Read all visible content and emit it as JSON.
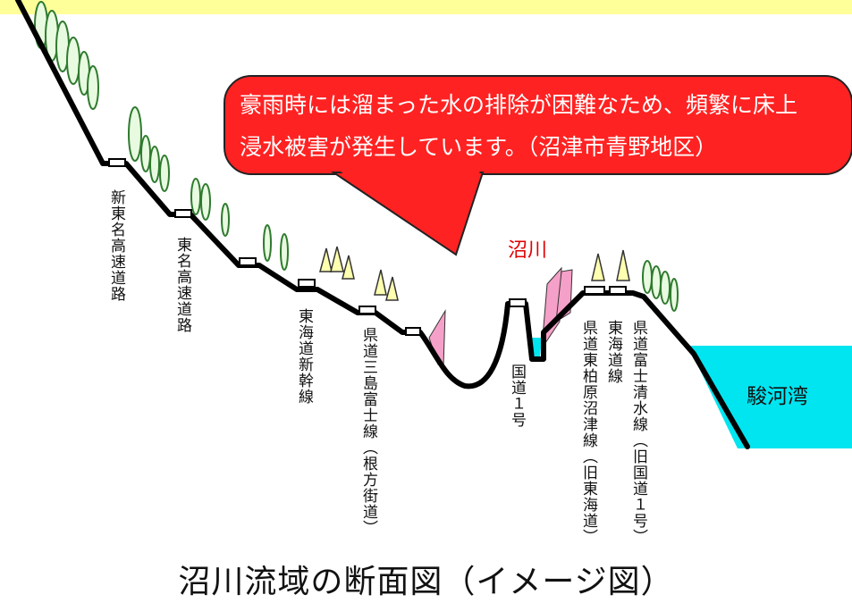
{
  "diagram": {
    "caption": "沼川流域の断面図（イメージ図）",
    "callout": {
      "line1": "豪雨時には溜まった水の排除が困難なため、頻繁に床上",
      "line2": "浸水被害が発生しています。（沼津市青野地区）",
      "fill_color": "#ff2222"
    },
    "river_label": "沼川",
    "bay_label": "駿河湾",
    "road_labels": {
      "shin_tomei": "新東名高速道路",
      "tomei": "東名高速道路",
      "shinkansen": "東海道新幹線",
      "kendo_mishima": "県道三島富士線（根方街道）",
      "kokudo1": "国道１号",
      "kendo_higashikashiwabara": "県道東柏原沼津線（旧東海道）",
      "tokaido_line": "東海道線",
      "kendo_fuji_shimizu": "県道富士清水線（旧国道１号）"
    },
    "colors": {
      "sea": "#00e5f0",
      "ground_line": "#000000",
      "tree_fill": "#e8fbe0",
      "tree_stroke": "#2f7a2f",
      "trunk": "#a0522d",
      "conifer": "#ffffb0",
      "levee_pink": "#f5a0c8",
      "header_bar": "#ffff99"
    }
  }
}
